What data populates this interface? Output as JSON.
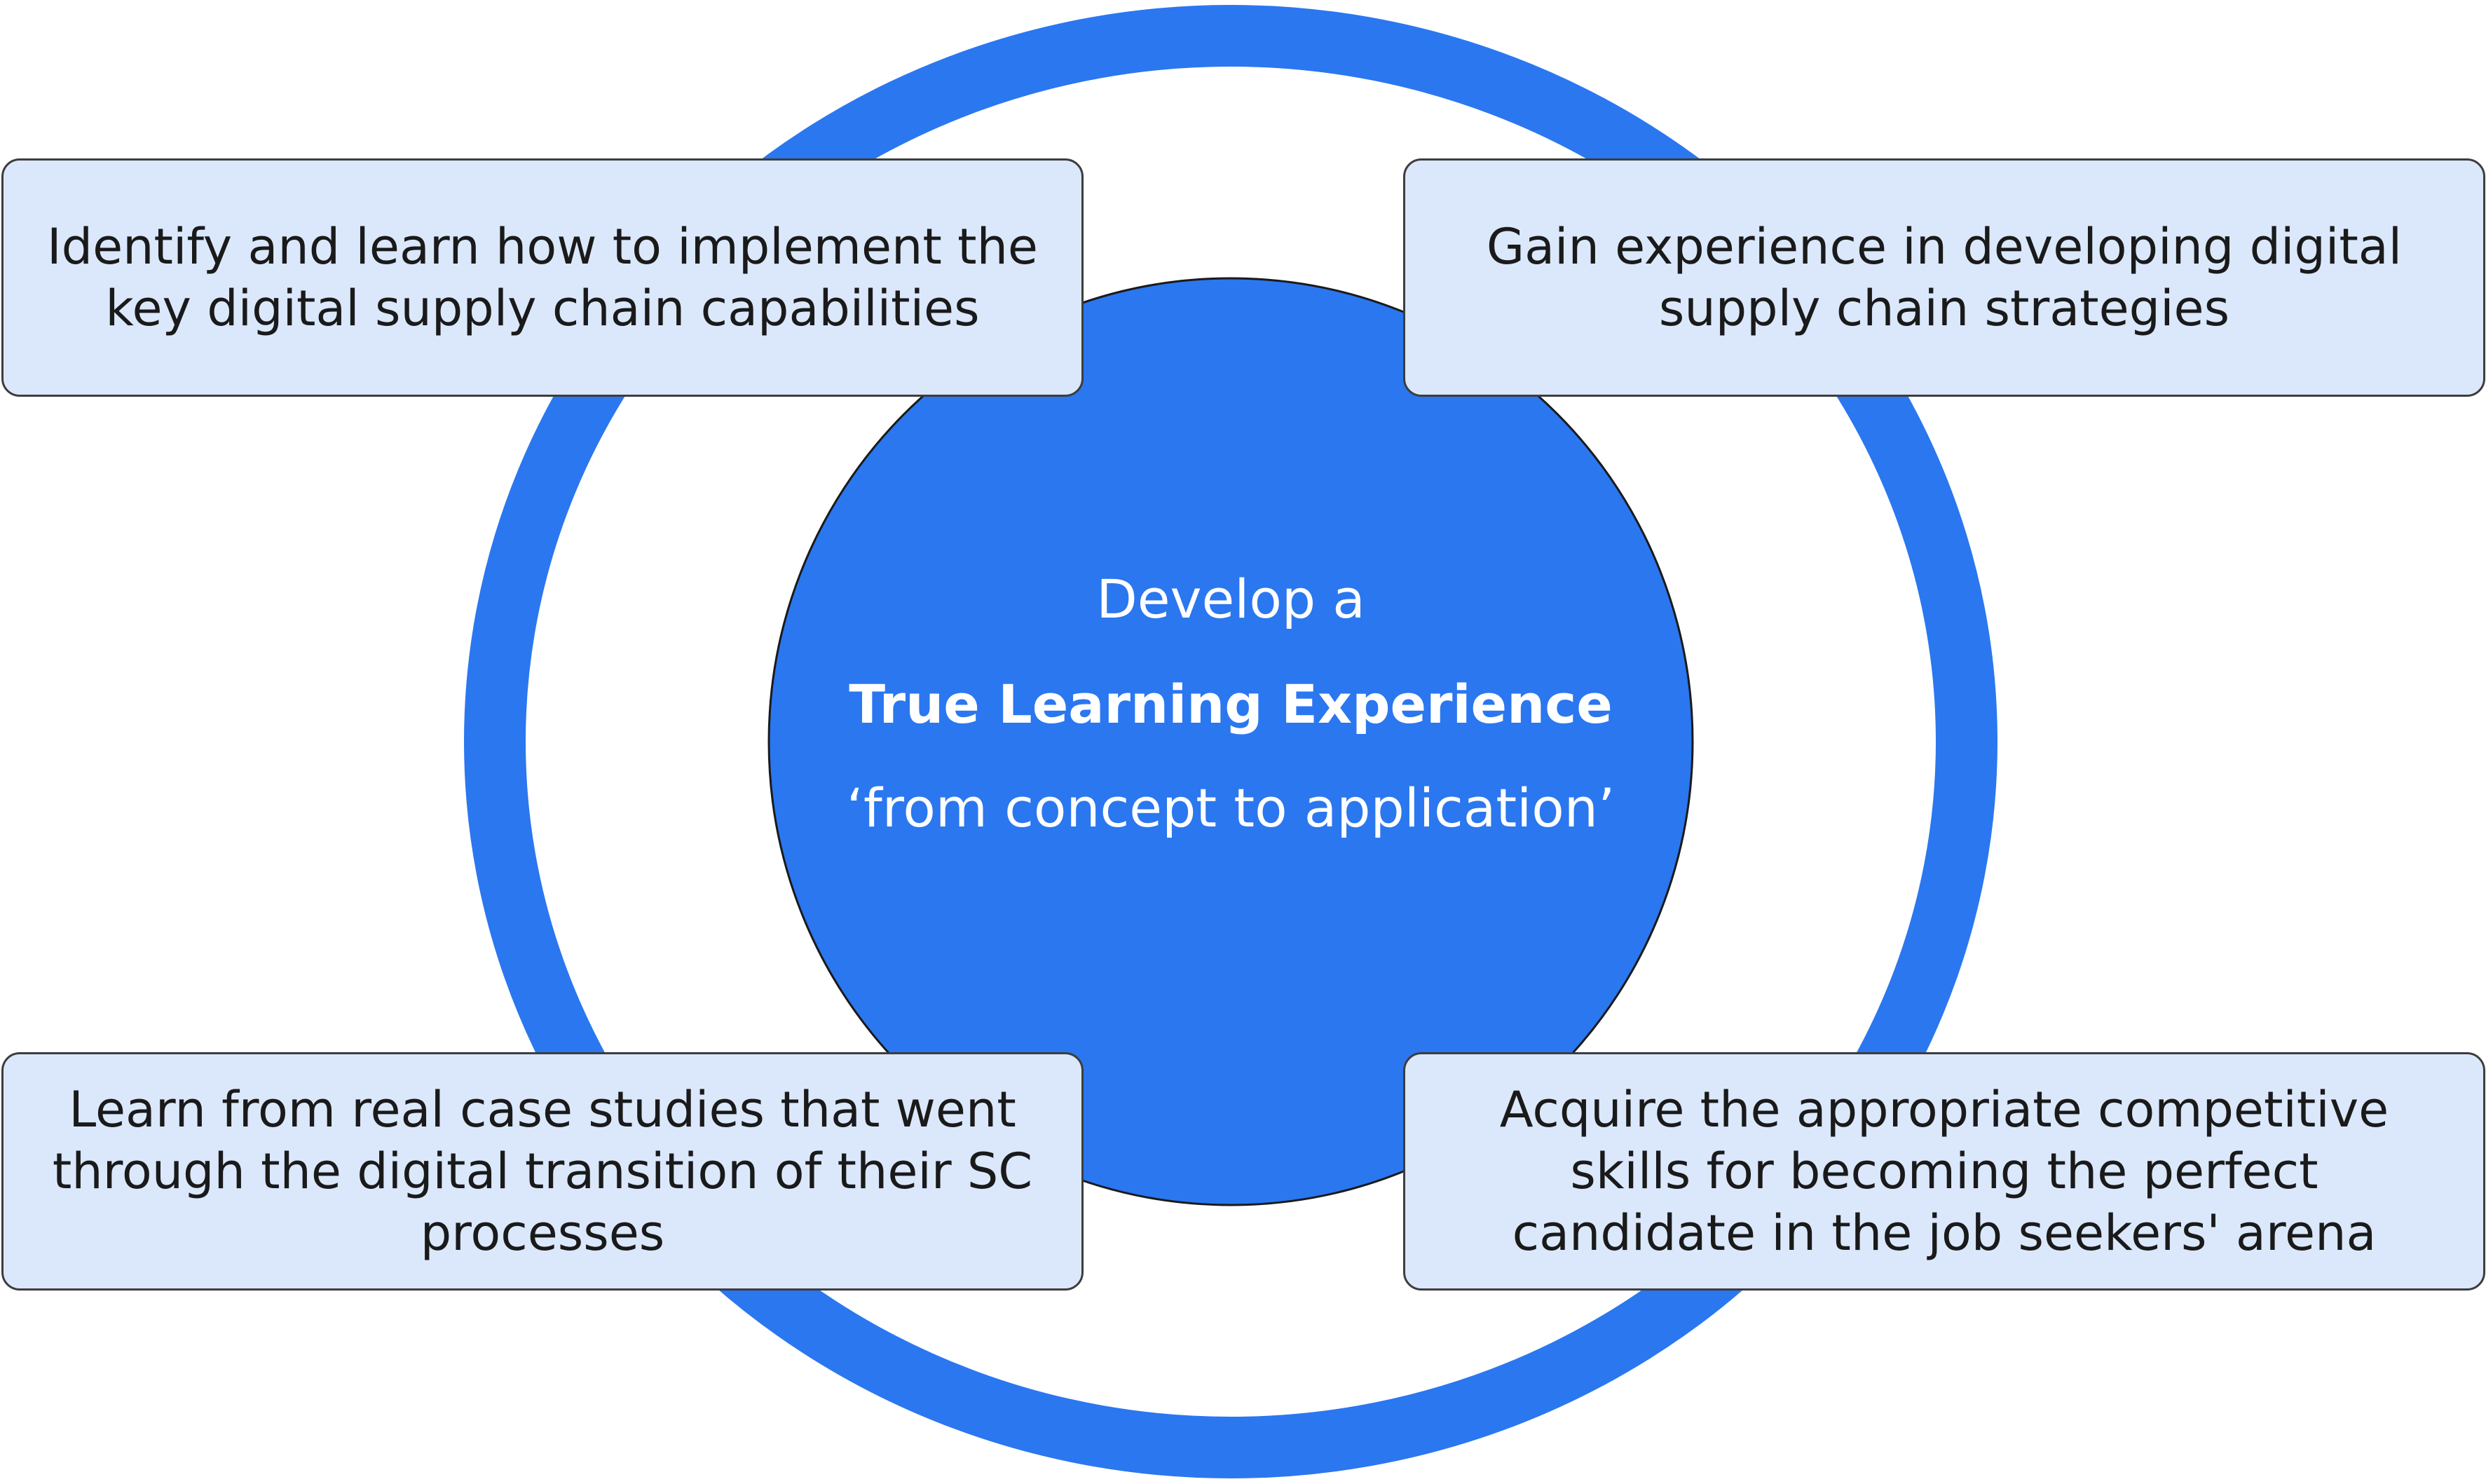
{
  "colors": {
    "ring": "#2a77f0",
    "center_circle": "#2a77f0",
    "box_fill": "#dbe8fc",
    "box_border": "#3d3d3d",
    "center_text": "#ffffff",
    "box_text": "#1a1a1a"
  },
  "center": {
    "line1": "Develop a",
    "line2": "True Learning Experience",
    "line3": "‘from concept to application’"
  },
  "boxes": {
    "top_left": "Identify and learn how to implement the\nkey digital supply chain capabilities",
    "top_right": "Gain experience in developing digital\nsupply chain strategies",
    "bottom_left": "Learn from real case studies that went\nthrough the digital transition of their SC\nprocesses",
    "bottom_right": "Acquire the appropriate competitive\nskills for becoming the perfect\ncandidate in the job seekers' arena"
  }
}
